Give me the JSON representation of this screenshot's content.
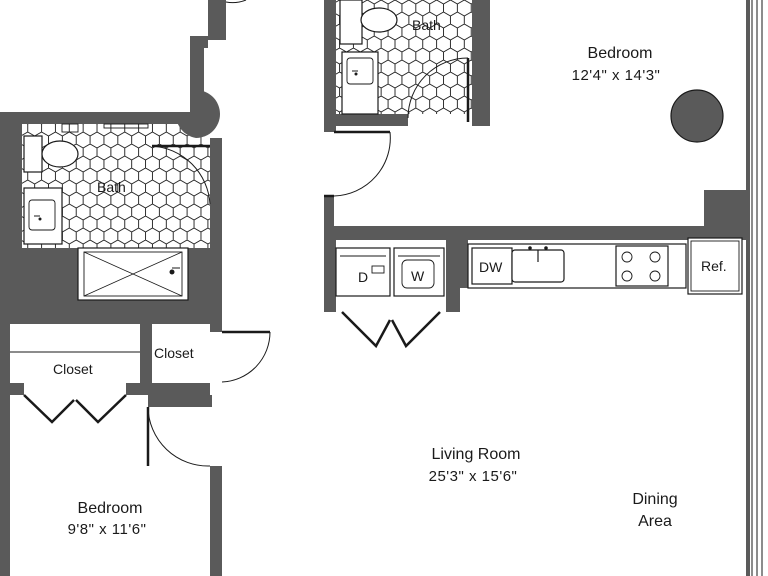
{
  "rooms": {
    "bath_top": "Bath",
    "bedroom_top_name": "Bedroom",
    "bedroom_top_dim": "12'4\" x 14'3\"",
    "bath_left": "Bath",
    "closet_left": "Closet",
    "closet_mid": "Closet",
    "bedroom_left_name": "Bedroom",
    "bedroom_left_dim": "9'8\" x 11'6\"",
    "living_name": "Living Room",
    "living_dim": "25'3\" x 15'6\"",
    "dining_line1": "Dining",
    "dining_line2": "Area"
  },
  "appliances": {
    "dryer": "D",
    "washer": "W",
    "dishwasher": "DW",
    "refrigerator": "Ref."
  },
  "colors": {
    "wall": "#5a5a5a",
    "line": "#1a1a1a",
    "background": "#ffffff"
  }
}
